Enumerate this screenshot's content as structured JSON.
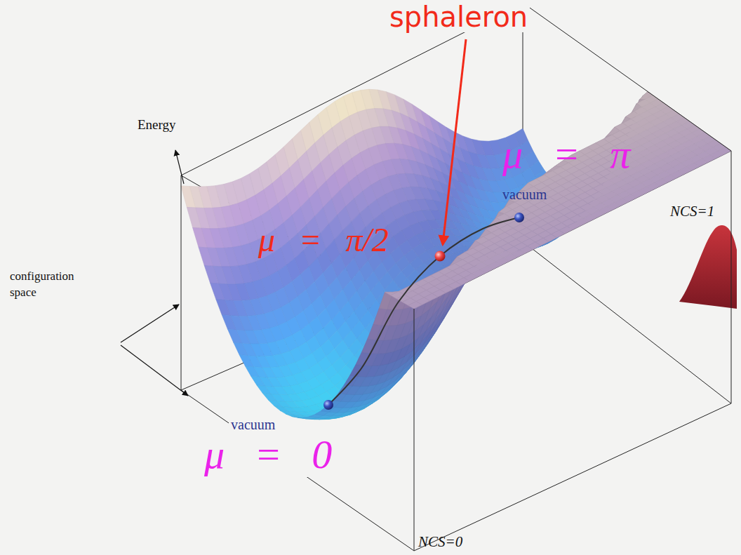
{
  "diagram": {
    "labels": [
      "sphaleron",
      "Energy",
      "μ = π",
      "vacuum",
      "μ = π/2",
      "NCS=1",
      "configuration space",
      "vacuum",
      "μ = 0",
      "NCS=0"
    ]
  }
}
